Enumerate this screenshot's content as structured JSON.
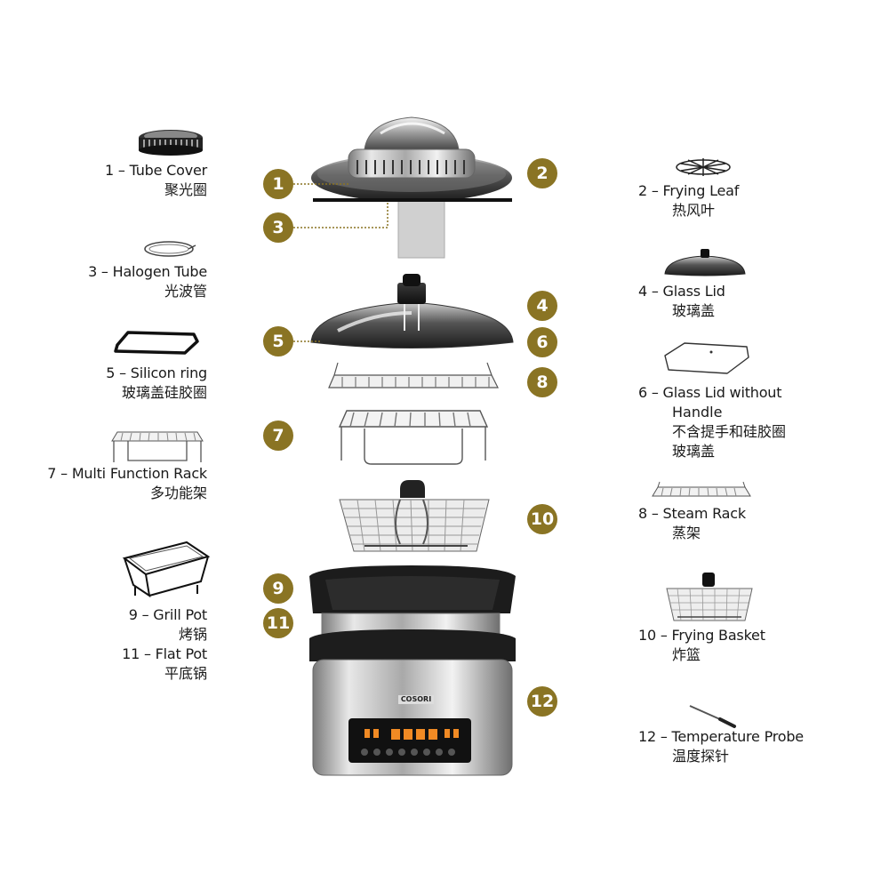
{
  "colors": {
    "badge": "#8a7424",
    "badge_text": "#ffffff",
    "text": "#1a1a1a"
  },
  "badges": [
    "1",
    "2",
    "3",
    "4",
    "5",
    "6",
    "7",
    "8",
    "9",
    "10",
    "11",
    "12"
  ],
  "brand_logo": "COSORI",
  "left_labels": [
    {
      "en": "1 – Tube Cover",
      "zh": "聚光圈",
      "icon": "tube-cover-icon"
    },
    {
      "en": "3 – Halogen Tube",
      "zh": "光波管",
      "icon": "halogen-tube-icon"
    },
    {
      "en": "5 – Silicon ring",
      "zh": "玻璃盖硅胶圈",
      "icon": "silicon-ring-icon"
    },
    {
      "en": "7 – Multi Function Rack",
      "zh": "多功能架",
      "icon": "multi-function-rack-icon"
    },
    {
      "en": "9 – Grill Pot",
      "zh": "烤锅",
      "en2": "11 – Flat Pot",
      "zh2": "平底锅",
      "icon": "grill-pot-icon"
    }
  ],
  "right_labels": [
    {
      "en": "2  –  Frying Leaf",
      "zh": "热风叶",
      "icon": "frying-leaf-icon"
    },
    {
      "en": "4  – Glass Lid",
      "zh": "玻璃盖",
      "icon": "glass-lid-icon"
    },
    {
      "en": "6  – Glass Lid without",
      "en2": "Handle",
      "zh": "不含提手和硅胶圈",
      "zh2": "玻璃盖",
      "icon": "glass-lid-without-handle-icon"
    },
    {
      "en": "8 – Steam Rack",
      "zh": "蒸架",
      "icon": "steam-rack-icon"
    },
    {
      "en": "10 – Frying Basket",
      "zh": "炸篮",
      "icon": "frying-basket-icon"
    },
    {
      "en": "12 – Temperature Probe",
      "zh": "温度探针",
      "icon": "temperature-probe-icon"
    }
  ]
}
